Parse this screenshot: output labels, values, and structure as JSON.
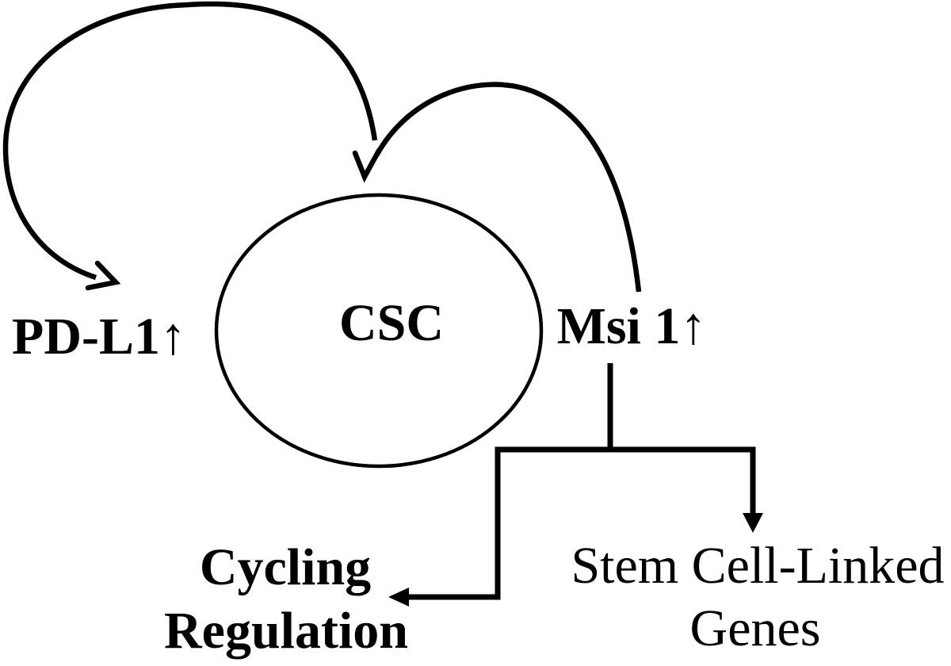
{
  "diagram": {
    "nodes": {
      "csc": {
        "label": "CSC"
      },
      "pdl1": {
        "label": "PD-L1↑"
      },
      "msi1": {
        "label": "Msi 1↑"
      },
      "cycling": {
        "line1": "Cycling",
        "line2": "Regulation"
      },
      "stem_genes": {
        "line1": "Stem Cell-Linked",
        "line2": "Genes"
      }
    },
    "edges": [
      {
        "from": "CSC",
        "to": "PD-L1↑",
        "style": "curved-open-arrow"
      },
      {
        "from": "Msi 1↑",
        "to": "CSC",
        "style": "curved-open-arrow"
      },
      {
        "from": "Msi 1↑",
        "to": "Cycling Regulation",
        "style": "elbow-solid-arrow"
      },
      {
        "from": "Msi 1↑",
        "to": "Stem Cell-Linked Genes",
        "style": "elbow-solid-arrow"
      }
    ],
    "colors": {
      "ink": "#000000",
      "background": "#ffffff"
    }
  }
}
